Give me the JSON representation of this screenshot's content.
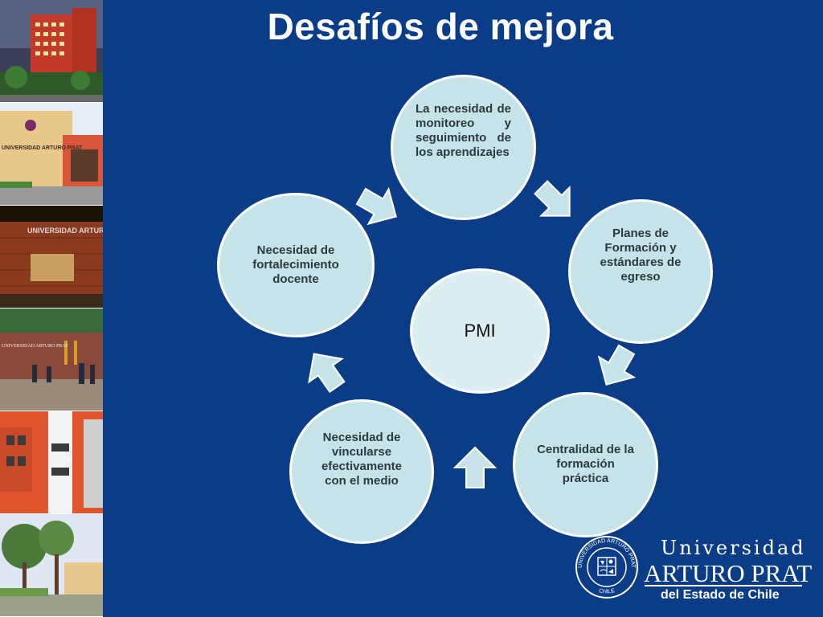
{
  "slide": {
    "title": "Desafíos de mejora"
  },
  "diagram": {
    "center": "PMI",
    "nodes": [
      {
        "id": "top",
        "text": "La necesidad de monitoreo y seguimiento de los aprendizajes"
      },
      {
        "id": "right",
        "text": "Planes de Formación y estándares de egreso"
      },
      {
        "id": "bottom-right",
        "text": "Centralidad de la formación práctica"
      },
      {
        "id": "bottom-left",
        "text": "Necesidad de vincularse efectivamente con el medio"
      },
      {
        "id": "left",
        "text": "Necesidad de fortalecimiento docente"
      }
    ]
  },
  "logo": {
    "line1": "Universidad",
    "line2": "ARTURO PRAT",
    "line3": "del Estado de Chile",
    "seal_text_top": "UNIVERSIDAD ARTURO PRAT",
    "seal_text_bottom": "CHILE"
  },
  "photos": {
    "sign_1": "UNIVERSIDAD ARTURO PRAT",
    "sign_2": "UNIVERSIDAD ARTURO PRAT",
    "sign_3": "UNIVERSIDAD ARTURO PRAT"
  },
  "colors": {
    "background": "#0b3c87",
    "node_fill": "#c7e3ea",
    "center_fill": "#dbeef2",
    "arrow_fill": "#c7e3ea"
  }
}
